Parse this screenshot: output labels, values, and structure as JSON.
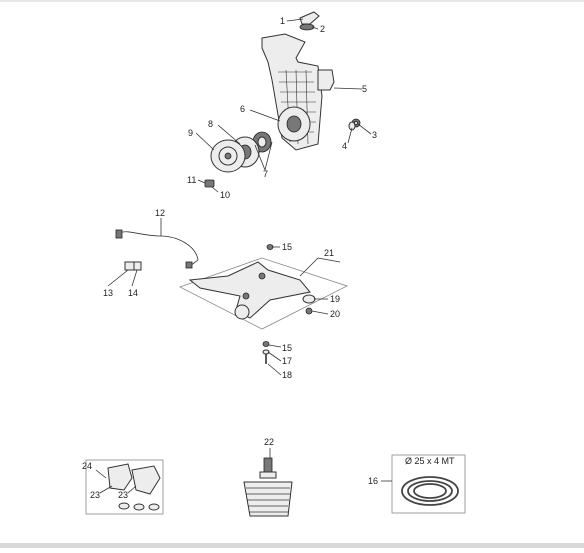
{
  "callouts": [
    "1",
    "2",
    "3",
    "4",
    "5",
    "6",
    "7",
    "8",
    "9",
    "10",
    "11",
    "12",
    "13",
    "14",
    "15",
    "15",
    "16",
    "17",
    "18",
    "19",
    "20",
    "21",
    "22",
    "23",
    "23",
    "24"
  ],
  "hose_label": "Ø 25 x 4 MT"
}
